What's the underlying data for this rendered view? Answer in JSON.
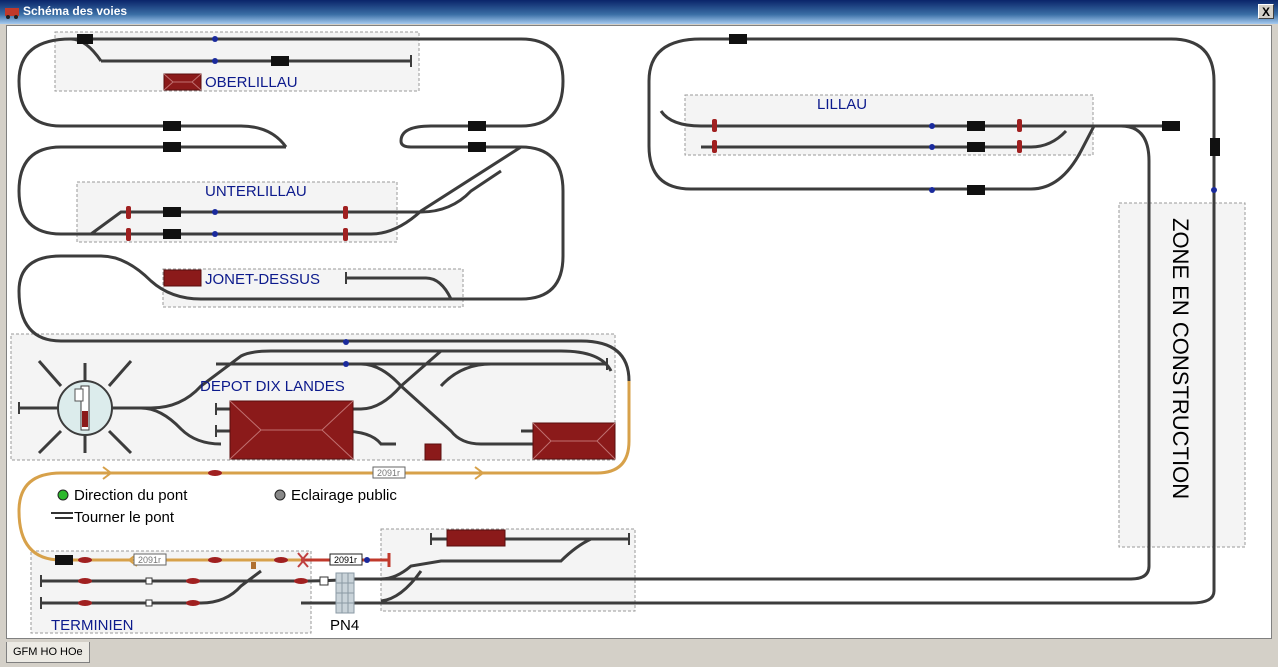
{
  "window": {
    "title": "Schéma des voies",
    "close_label": "X"
  },
  "stations": {
    "oberlillau": "OBERLILLAU",
    "unterlillau": "UNTERLILLAU",
    "jonet": "JONET-DESSUS",
    "depot": "DEPOT DIX LANDES",
    "lillau": "LILLAU",
    "terminien": "TERMINIEN",
    "pn4": "PN4",
    "zone": "ZONE EN CONSTRUCTION"
  },
  "legend": {
    "direction": "Direction du pont",
    "eclairage": "Eclairage public",
    "tourner": "Tourner le pont"
  },
  "labels": {
    "block1": "2091r",
    "block2": "2091r",
    "block3": "2091r"
  },
  "colors": {
    "track": "#3c3c3c",
    "route_active": "#d7a14a",
    "route_red": "#c0392b",
    "building": "#8b1a1a",
    "zone_text": "#000000",
    "station_text": "#0c1a8c"
  },
  "tabs": [
    {
      "label": "GFM HO HOe"
    }
  ]
}
